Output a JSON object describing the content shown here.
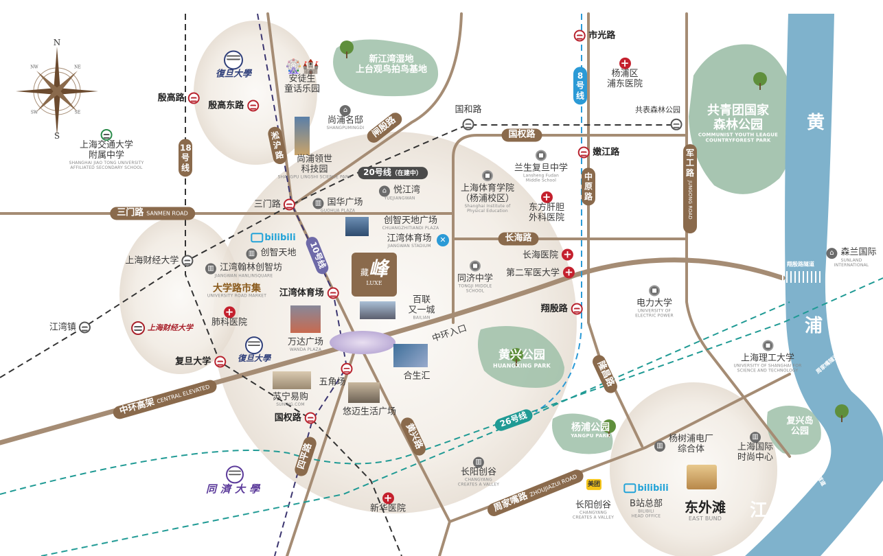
{
  "compass": {
    "n": "N",
    "s": "S",
    "nw": "NW",
    "ne": "NE",
    "sw": "SW",
    "se": "SE"
  },
  "river": {
    "c1": "黄",
    "c2": "浦",
    "c3": "江"
  },
  "metro_lines": {
    "l18": "18号线",
    "l10": "10号线",
    "l20": "20号线",
    "l20_note": "（在建中）",
    "l8": "8号线",
    "l26": "26号线"
  },
  "stations": {
    "yingao": "殷高路",
    "yingao_east": "殷高东路",
    "sanmen": "三门路",
    "jiangwan_stadium": "江湾体育场",
    "sufe": "上海财经大学",
    "jiangwan_town": "江湾镇",
    "fudan": "复旦大学",
    "wujiaochang": "五角场",
    "guoquan": "国权路",
    "guohe": "国和路",
    "gongbiao": "共表森林公园",
    "shiguang": "市光路",
    "nenjiang": "嫩江路",
    "xiangyin": "翔殷路"
  },
  "roads": {
    "sanmen_zh": "三门路",
    "sanmen_en": "SANMEN ROAD",
    "songhu": "淞沪路",
    "zhayin": "闸殷路",
    "guoquan": "国权路",
    "changhai": "长海路",
    "zhongyuan": "中原路",
    "jungong_zh": "军工路",
    "jungong_en": "JUNGONG ROAD",
    "central_zh": "中环高架",
    "central_en": "CENTRAL ELEVATED",
    "siping": "四平路",
    "huangxing": "黄兴路",
    "longchang": "隆昌路",
    "zhoujiazui_zh": "周家嘴路",
    "zhoujiazui_en": "ZHOUJIAZUI ROAD",
    "ring_entrance": "中环入口"
  },
  "tunnels": {
    "xiangyin": "翔殷路隧道",
    "zhoujiazui": "周家嘴隧道",
    "jungong": "军工路隧道"
  },
  "pois": {
    "sjtu_school_zh1": "上海交通大学",
    "sjtu_school_zh2": "附属中学",
    "sjtu_school_en1": "SHANGHAI JIAO TONG UNIVERSITY",
    "sjtu_school_en2": "AFFILIATED SECONDARY SCHOOL",
    "fudan_logo": "復旦大學",
    "andersen_1": "安徒生",
    "andersen_2": "童话乐园",
    "wetland_1": "新江湾湿地",
    "wetland_2": "上台观鸟拍鸟基地",
    "shangpu_zh": "尚浦名邸",
    "shangpu_en": "SHANGPUMINGDI",
    "lingshi_1": "尚浦领世",
    "lingshi_2": "科技园",
    "lingshi_en": "SHANGPU LINGSHI SCIENCE PARK",
    "yuejiangwan_zh": "悦江湾",
    "yuejiangwan_en": "YUEJIANGWAN",
    "guohua_zh": "国华广场",
    "guohua_en": "GUOHUA PLAZA",
    "chuangzhi_plaza_zh": "创智天地广场",
    "chuangzhi_plaza_en": "CHUANGZHITIANDI PLAZA",
    "stadium_zh": "江湾体育场",
    "stadium_en": "JIANGWAN STADIUM",
    "luxe_zh1": "藏",
    "luxe_zh2": "峰",
    "luxe_en": "LUXE",
    "bailian_1": "百联",
    "bailian_2": "又一城",
    "bailian_en": "BAILIAN",
    "hesheng": "合生汇",
    "wanda_zh": "万达广场",
    "wanda_en": "WANDA PLAZA",
    "suning_zh": "苏宁易购",
    "suning_en": "SUNING.COM",
    "youmai": "悠迈生活广场",
    "xinhua": "新华医院",
    "tongji_logo": "同濟大學",
    "bilibili": "bilibili",
    "chuangzhi": "创智天地",
    "hanlin_zh": "江湾翰林创智坊",
    "hanlin_en": "JIANGWAN HANLINSQUARE",
    "market_zh": "大学路市集",
    "market_en": "UNIVERSITY ROAD MARKET",
    "feike": "肺科医院",
    "sufe_logo": "上海财经大学",
    "fudan_logo2": "復旦大學",
    "sport_zh1": "上海体育学院",
    "sport_zh2": "（杨浦校区）",
    "sport_en1": "Shanghai Institute of",
    "sport_en2": "Physical Education",
    "lansheng_zh": "兰生复旦中学",
    "lansheng_en1": "Lansheng Fudan",
    "lansheng_en2": "Middle School",
    "dongfang_1": "东方肝胆",
    "dongfang_2": "外科医院",
    "pudong_hosp_1": "杨浦区",
    "pudong_hosp_2": "浦东医院",
    "tongji_ms_zh": "同济中学",
    "tongji_ms_en1": "TONGJI MIDDLE",
    "tongji_ms_en2": "SCHOOL",
    "changhai_hosp": "长海医院",
    "smmu": "第二军医大学",
    "power_zh": "电力大学",
    "power_en1": "UNIVERSITY OF",
    "power_en2": "ELECTRIC POWER",
    "forest_zh1": "共青团国家",
    "forest_zh2": "森林公园",
    "forest_en1": "COMMUNIST YOUTH LEAGUE",
    "forest_en2": "COUNTRYFOREST PARK",
    "sunland_zh": "森兰国际",
    "sunland_en1": "SUNLAND",
    "sunland_en2": "INTERNATIONAL",
    "usst_zh": "上海理工大学",
    "usst_en1": "UNIVERSITY OF SHANGHAI FOR",
    "usst_en2": "SCIENCE AND TECHNOLOGY",
    "huangxing_zh": "黄兴公园",
    "huangxing_en": "HUANGXING PARK",
    "yangpu_zh": "杨浦公园",
    "yangpu_en": "YANGPU PARK",
    "fuxing_1": "复兴岛",
    "fuxing_2": "公园",
    "power_plant_1": "杨树浦电厂",
    "power_plant_2": "综合体",
    "fashion_1": "上海国际",
    "fashion_2": "时尚中心",
    "changyang1_zh": "长阳创谷",
    "changyang1_en1": "CHANGYANG",
    "changyang1_en2": "CREATES A VALLEY",
    "meituan": "美团",
    "changyang2_zh": "长阳创谷",
    "changyang2_en1": "CHANGYANG",
    "changyang2_en2": "CREATES A VALLEY",
    "bili_hq": "bilibili",
    "bili_hq_zh": "B站总部",
    "bili_hq_en1": "BILIBILI",
    "bili_hq_en2": "HEAD OFFICE",
    "eastbund_zh": "东外滩",
    "eastbund_en": "EAST BUND"
  },
  "colors": {
    "road": "#a58c74",
    "badge": "#8a6a4c",
    "river": "#7fb2cc",
    "park": "#9dbfa8",
    "metro_red": "#b8232e",
    "line8": "#2b9ad6",
    "line26": "#1f9a94",
    "line10": "#6e6aa8"
  }
}
